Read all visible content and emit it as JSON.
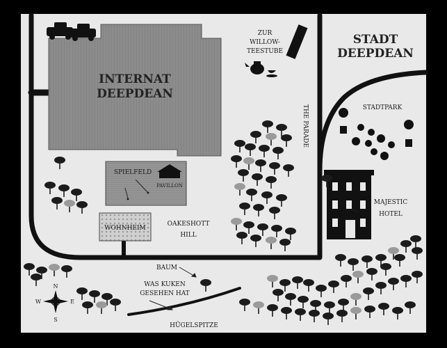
{
  "map": {
    "title_line1": "STADT",
    "title_line2": "DEEPDEAN",
    "school_line1": "INTERNAT",
    "school_line2": "DEEPDEAN",
    "tearoom_line1": "ZUR",
    "tearoom_line2": "WILLOW-",
    "tearoom_line3": "TEESTUBE",
    "parade": "THE PARADE",
    "stadtpark": "STADTPARK",
    "hotel_line1": "MAJESTIC",
    "hotel_line2": "HOTEL",
    "spielfeld": "SPIELFELD",
    "pavillon": "PAVILLON",
    "wohnheim": "WOHNHEIM",
    "hill_line1": "OAKESHOTT",
    "hill_line2": "HILL",
    "baum": "BAUM",
    "kuken_line1": "WAS KUKEN",
    "kuken_line2": "GESEHEN HAT",
    "huegelspitze": "HÜGELSPITZE",
    "compass": {
      "n": "N",
      "s": "S",
      "e": "E",
      "w": "W"
    }
  },
  "colors": {
    "background": "#000000",
    "paper": "#e9e9e9",
    "road": "#111111",
    "building": "#8f8f8f",
    "tree": "#1b1b1b"
  }
}
